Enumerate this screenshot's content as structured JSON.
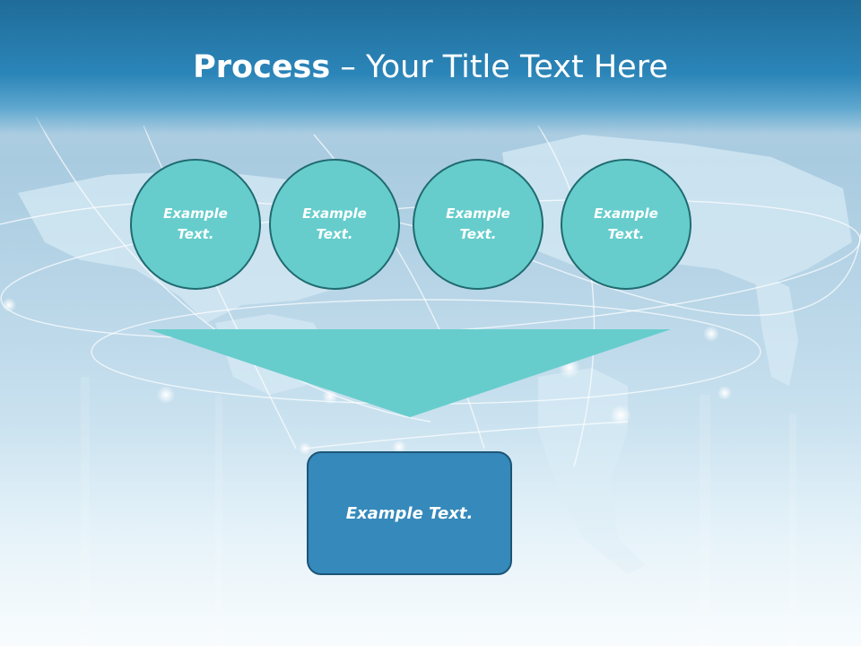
{
  "slide": {
    "title_bold": "Process",
    "title_rest": " – Your Title Text Here"
  },
  "process": {
    "steps": [
      {
        "label": "Example Text."
      },
      {
        "label": "Example Text."
      },
      {
        "label": "Example Text."
      },
      {
        "label": "Example Text."
      }
    ],
    "result": {
      "label": "Example Text."
    }
  },
  "colors": {
    "header": "#2b85b8",
    "circle_fill": "#66cdcc",
    "circle_border": "#1f6b70",
    "funnel_fill": "#66cdcc",
    "result_fill": "#3589bb",
    "result_border": "#1d5577"
  }
}
